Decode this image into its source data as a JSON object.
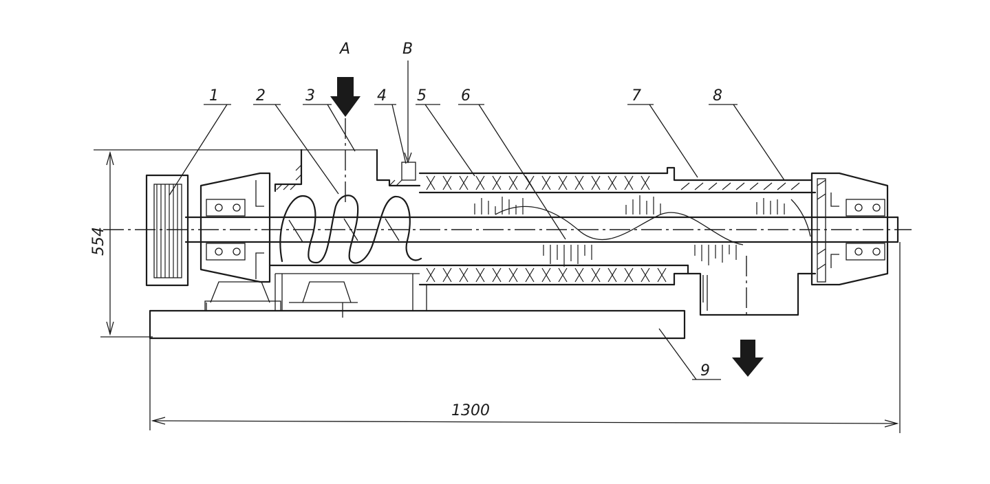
{
  "diagram": {
    "flow_labels": {
      "A": "A",
      "B": "B"
    },
    "parts": [
      "1",
      "2",
      "3",
      "4",
      "5",
      "6",
      "7",
      "8",
      "9"
    ],
    "dimensions": {
      "length": "1300",
      "height": "554"
    },
    "colors": {
      "ink": "#1a1a1a",
      "paper": "#ffffff"
    },
    "icons": {
      "inlet_arrow": "arrow-down-icon",
      "outlet_arrow": "arrow-down-icon"
    }
  }
}
